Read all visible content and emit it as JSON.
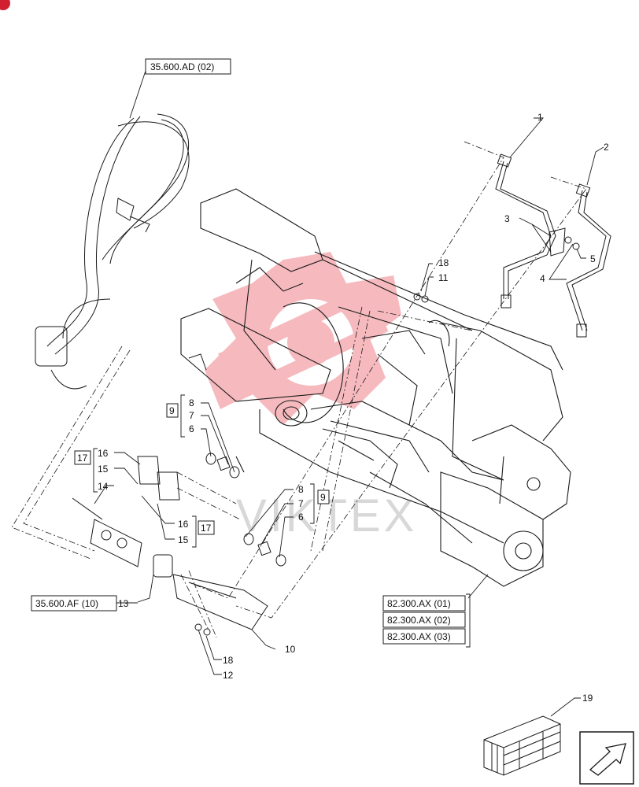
{
  "diagram": {
    "watermark_text": "VIKTEX",
    "corner_mark": "◐",
    "references": {
      "hoses": "35.600.AD (02)",
      "valve": "35.600.AF (10)",
      "frame_1": "82.300.AX (01)",
      "frame_2": "82.300.AX (02)",
      "frame_3": "82.300.AX (03)"
    },
    "callouts": {
      "c1": "1",
      "c2": "2",
      "c3": "3",
      "c4": "4",
      "c5": "5",
      "c18a": "18",
      "c11": "11",
      "c9a": "9",
      "c8a": "8",
      "c7a": "7",
      "c6a": "6",
      "c17a": "17",
      "c16a": "16",
      "c15a": "15",
      "c14": "14",
      "c8b": "8",
      "c7b": "7",
      "c9b": "9",
      "c6b": "6",
      "c16b": "16",
      "c17b": "17",
      "c15b": "15",
      "c13": "13",
      "c10": "10",
      "c18b": "18",
      "c12": "12",
      "c19": "19"
    },
    "colors": {
      "line": "#1a1a1a",
      "watermark": "#f2a0a6",
      "corner": "#d21f2f"
    }
  }
}
